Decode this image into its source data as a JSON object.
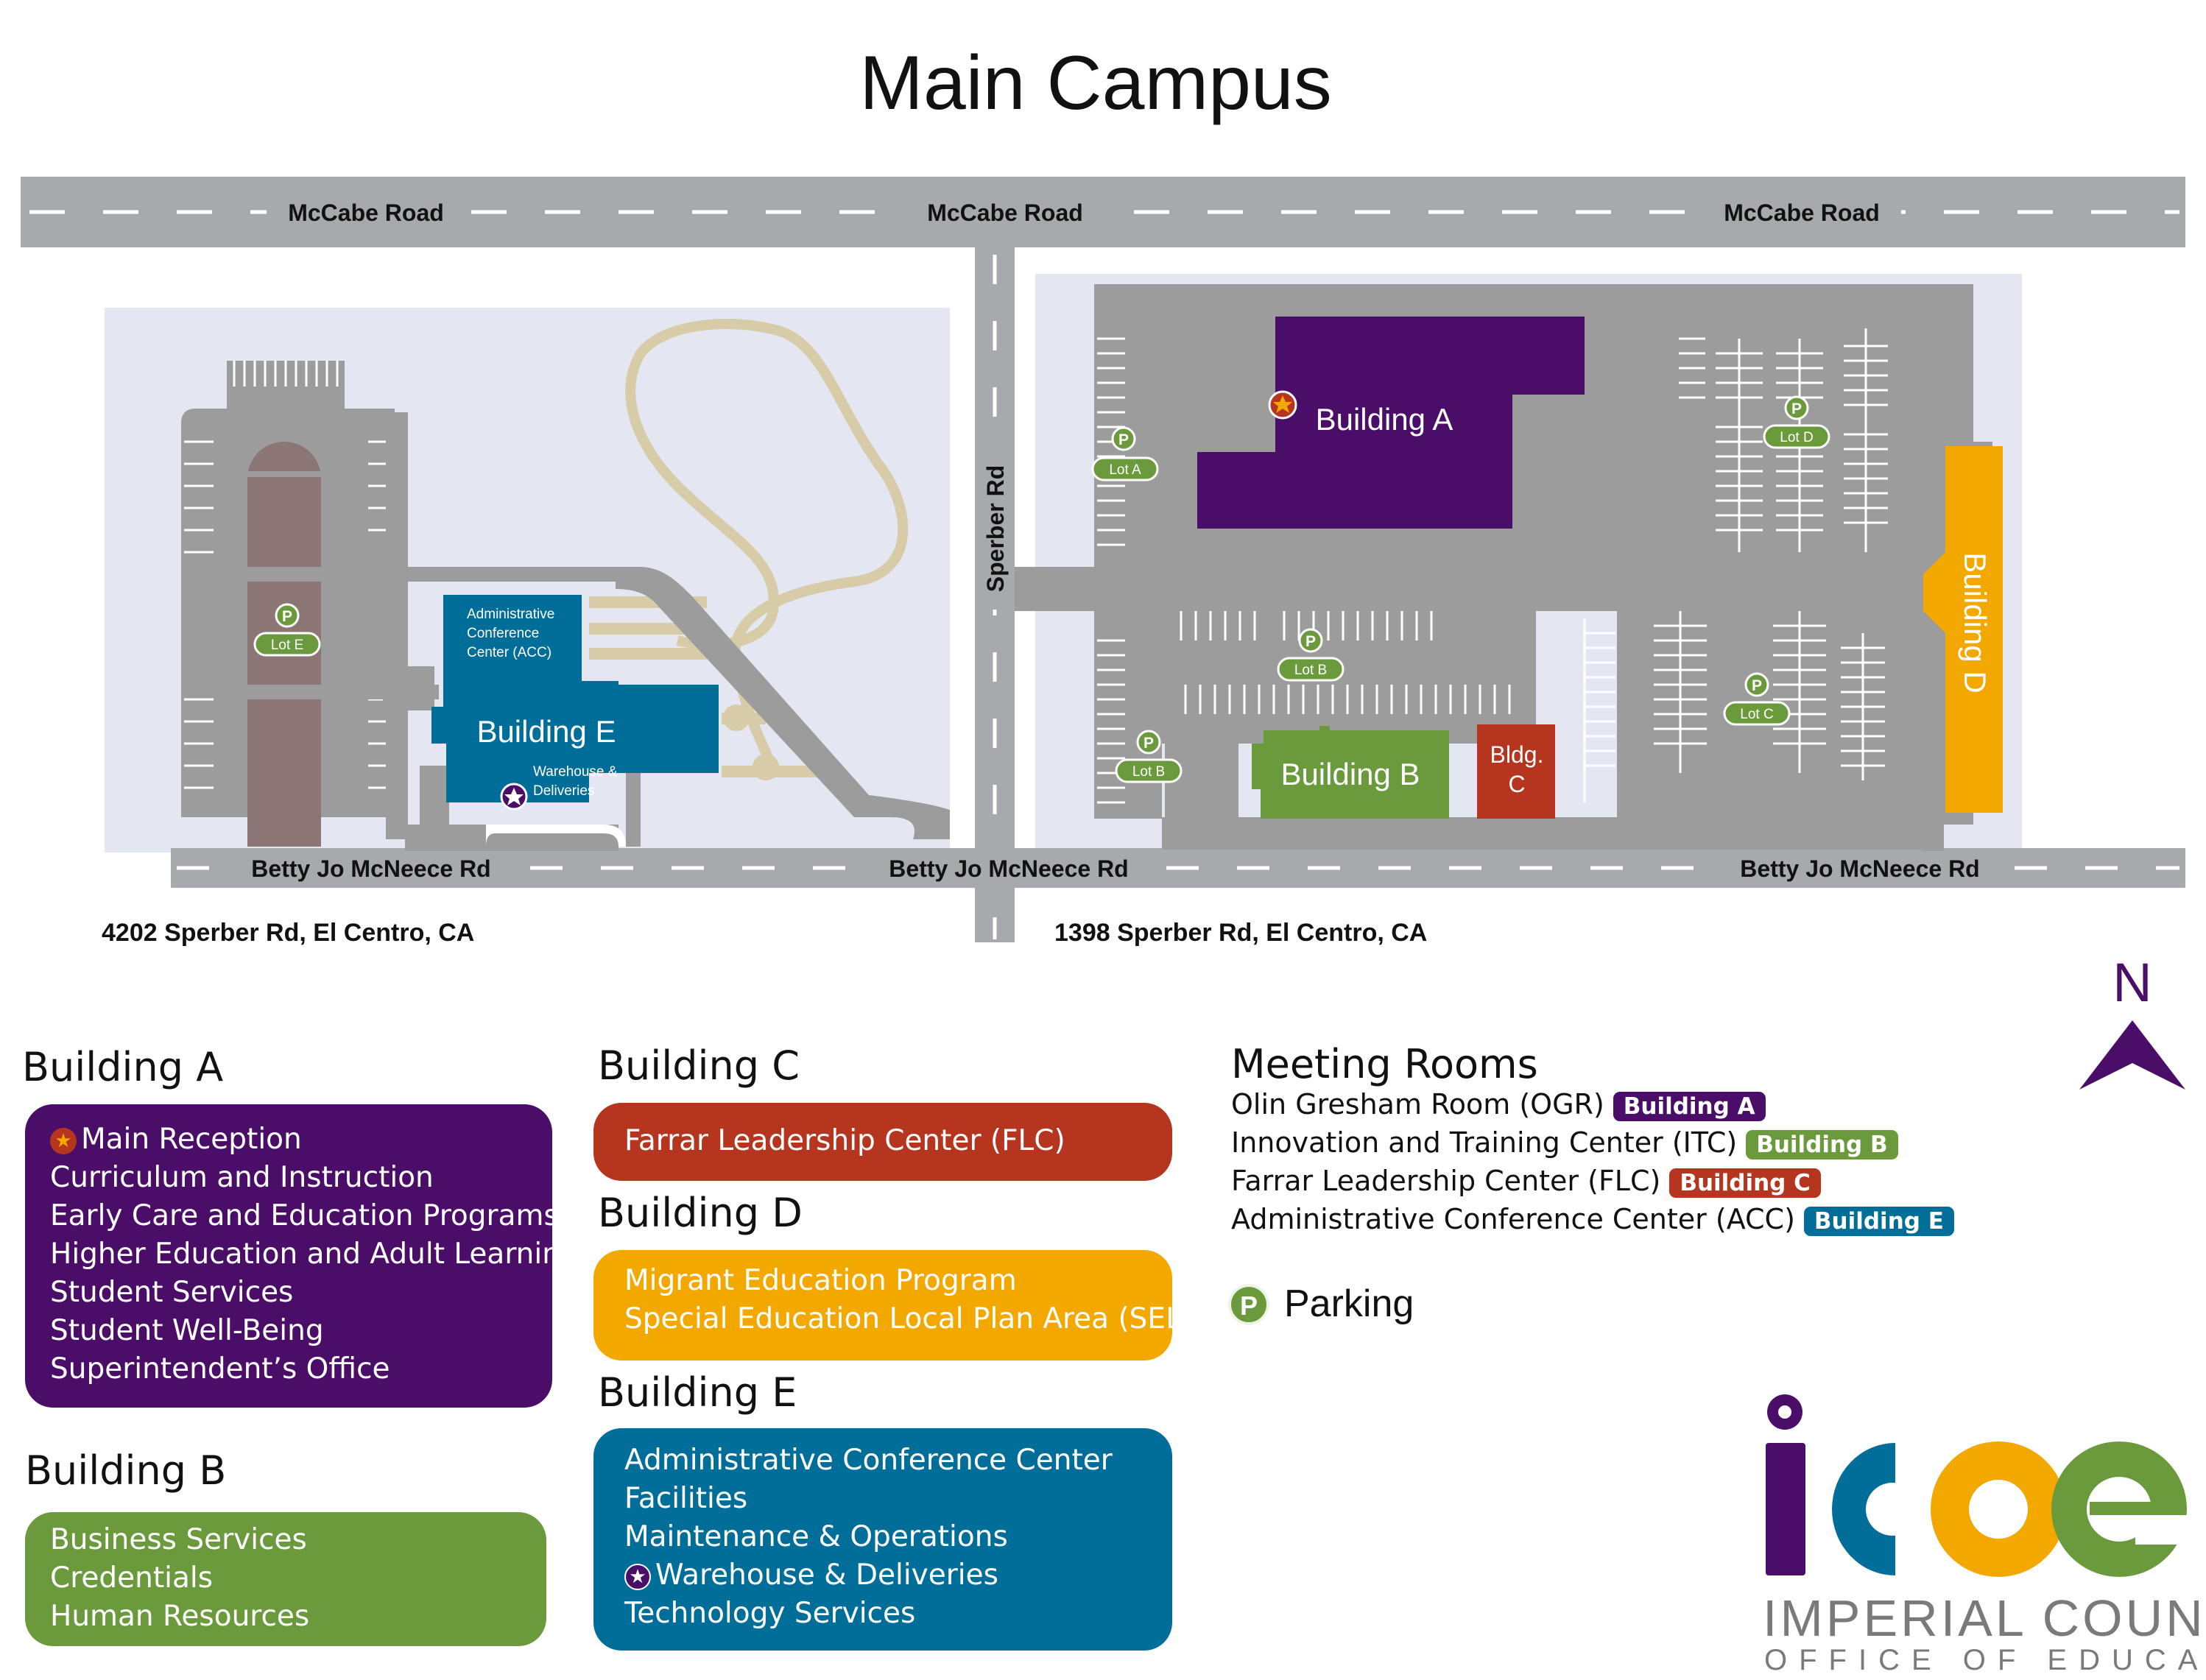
{
  "title": "Main Campus",
  "roads": {
    "mccabe": "McCabe Road",
    "sperber": "Sperber Rd",
    "betty": "Betty Jo McNeece Rd"
  },
  "addresses": {
    "west": "4202 Sperber Rd, El Centro, CA",
    "east": "1398 Sperber Rd, El Centro, CA"
  },
  "map_labels": {
    "building_a": "Building A",
    "building_b": "Building B",
    "building_c_line1": "Bldg.",
    "building_c_line2": "C",
    "building_d": "Building D",
    "building_e": "Building E",
    "acc_line1": "Administrative",
    "acc_line2": "Conference",
    "acc_line3": "Center (ACC)",
    "warehouse_line1": "Warehouse &",
    "warehouse_line2": "Deliveries",
    "lot_a": "Lot A",
    "lot_b": "Lot B",
    "lot_c": "Lot C",
    "lot_d": "Lot D",
    "lot_e": "Lot E",
    "parking_symbol": "P",
    "compass": "N"
  },
  "colors": {
    "building_a": "#4a0e68",
    "building_b": "#6b9a3c",
    "building_c": "#b5351e",
    "building_d": "#f3a800",
    "building_e": "#006e98",
    "road": "#a8a9ad",
    "lot": "#9c9c9c",
    "campus_bg": "#e4e7f1",
    "path": "#d8cba8"
  },
  "legend": {
    "building_a": {
      "title": "Building A",
      "items": [
        "Main Reception",
        "Curriculum and Instruction",
        "Early Care and Education Programs",
        "Higher Education and Adult Learning",
        "Student Services",
        "Student Well-Being",
        "Superintendent’s Office"
      ]
    },
    "building_b": {
      "title": "Building B",
      "items": [
        "Business Services",
        "Credentials",
        "Human Resources"
      ]
    },
    "building_c": {
      "title": "Building C",
      "items": [
        "Farrar Leadership Center (FLC)"
      ]
    },
    "building_d": {
      "title": "Building D",
      "items": [
        "Migrant Education Program",
        "Special Education Local Plan Area (SELPA)"
      ]
    },
    "building_e": {
      "title": "Building E",
      "items": [
        "Administrative Conference Center",
        "Facilities",
        "Maintenance & Operations",
        "Warehouse & Deliveries",
        "Technology Services"
      ]
    }
  },
  "meeting_rooms": {
    "title": "Meeting Rooms",
    "rows": [
      {
        "name": "Olin Gresham Room (OGR)",
        "tag": "Building A"
      },
      {
        "name": "Innovation and Training Center (ITC)",
        "tag": "Building B"
      },
      {
        "name": "Farrar Leadership Center (FLC)",
        "tag": "Building C"
      },
      {
        "name": "Administrative Conference Center (ACC)",
        "tag": "Building E"
      }
    ]
  },
  "parking_legend": "Parking",
  "logo": {
    "letters": "icoe",
    "line1": "IMPERIAL COUNTY",
    "line2": "OFFICE OF EDUCATION"
  },
  "icons": {
    "main_reception": "star-badge-icon",
    "warehouse": "star-circle-icon",
    "parking": "parking-icon",
    "north": "north-arrow-icon"
  }
}
